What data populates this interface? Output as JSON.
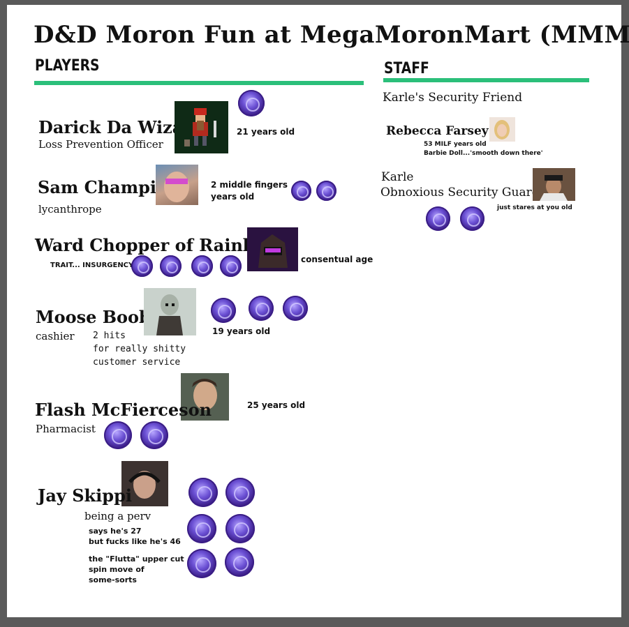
{
  "title": "D&D Moron Fun at MegaMoronMart (MMM)",
  "colors": {
    "accent": "#2bbf7a",
    "token": "#5a3db8"
  },
  "players_heading": "PLAYERS",
  "staff_heading": "STAFF",
  "players": [
    {
      "name": "Darick Da Wizard",
      "role": "Loss Prevention Officer",
      "age": "21 years old",
      "tokens": 1
    },
    {
      "name": "Sam Champion",
      "role": "lycanthrope",
      "age_line1": "2 middle fingers",
      "age_line2": "years old",
      "tokens": 2
    },
    {
      "name": "Ward Chopper of Rainbows",
      "trait": "TRAIT... INSURGENCY",
      "age": "consentual age",
      "tokens": 4
    },
    {
      "name": "Moose Boobs",
      "role": "cashier",
      "note": "2 hits\nfor really shitty\ncustomer service",
      "age": "19 years old",
      "tokens": 3
    },
    {
      "name": "Flash McFierceson",
      "role": "Pharmacist",
      "age": "25 years old",
      "tokens": 2
    },
    {
      "name": "Jay Skippi",
      "role": "being a perv",
      "note1": "says he's 27\nbut fucks like he's 46",
      "note2": "the \"Flutta\" upper cut\nspin move of\nsome-sorts",
      "tokens": 6
    }
  ],
  "staff": {
    "group": "Karle's Security Friend",
    "rebecca": {
      "name": "Rebecca Farsey",
      "age": "53 MILF years old",
      "note": "Barbie Doll...'smooth down there'"
    },
    "karle": {
      "name": "Karle",
      "role": "Obnoxious Security Guard",
      "age": "just stares at you old",
      "tokens": 2
    }
  }
}
